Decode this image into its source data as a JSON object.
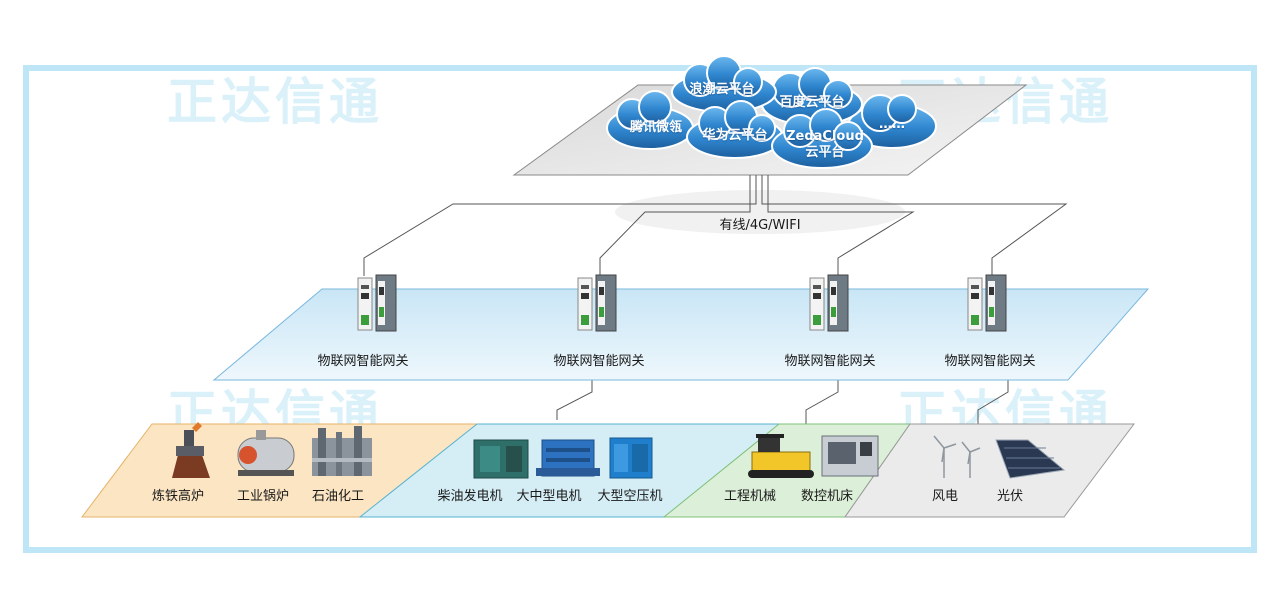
{
  "watermark": "正达信通",
  "clouds": [
    {
      "label": "浪潮云平台"
    },
    {
      "label": "百度云平台"
    },
    {
      "label": "腾讯微瓴"
    },
    {
      "label": "华为云平台"
    },
    {
      "label": "ZedaCloud\n云平台"
    },
    {
      "label": "……"
    }
  ],
  "network_label": "有线/4G/WIFI",
  "gateways": [
    {
      "label": "物联网智能网关"
    },
    {
      "label": "物联网智能网关"
    },
    {
      "label": "物联网智能网关"
    },
    {
      "label": "物联网智能网关"
    }
  ],
  "devices": [
    {
      "label": "炼铁高炉"
    },
    {
      "label": "工业锅炉"
    },
    {
      "label": "石油化工"
    },
    {
      "label": "柴油发电机"
    },
    {
      "label": "大中型电机"
    },
    {
      "label": "大型空压机"
    },
    {
      "label": "工程机械"
    },
    {
      "label": "数控机床"
    },
    {
      "label": "风电"
    },
    {
      "label": "光伏"
    }
  ],
  "colors": {
    "frame": "#bfe6f7",
    "cloud_plane": "#e9e9e9",
    "gateway_plane": "#d8ecf7",
    "sector_orange": "#fbe5c3",
    "sector_blue": "#d5eef5",
    "sector_green": "#dcefd8",
    "sector_gray": "#ebebeb",
    "cloud_fill": "#2f86cf"
  }
}
